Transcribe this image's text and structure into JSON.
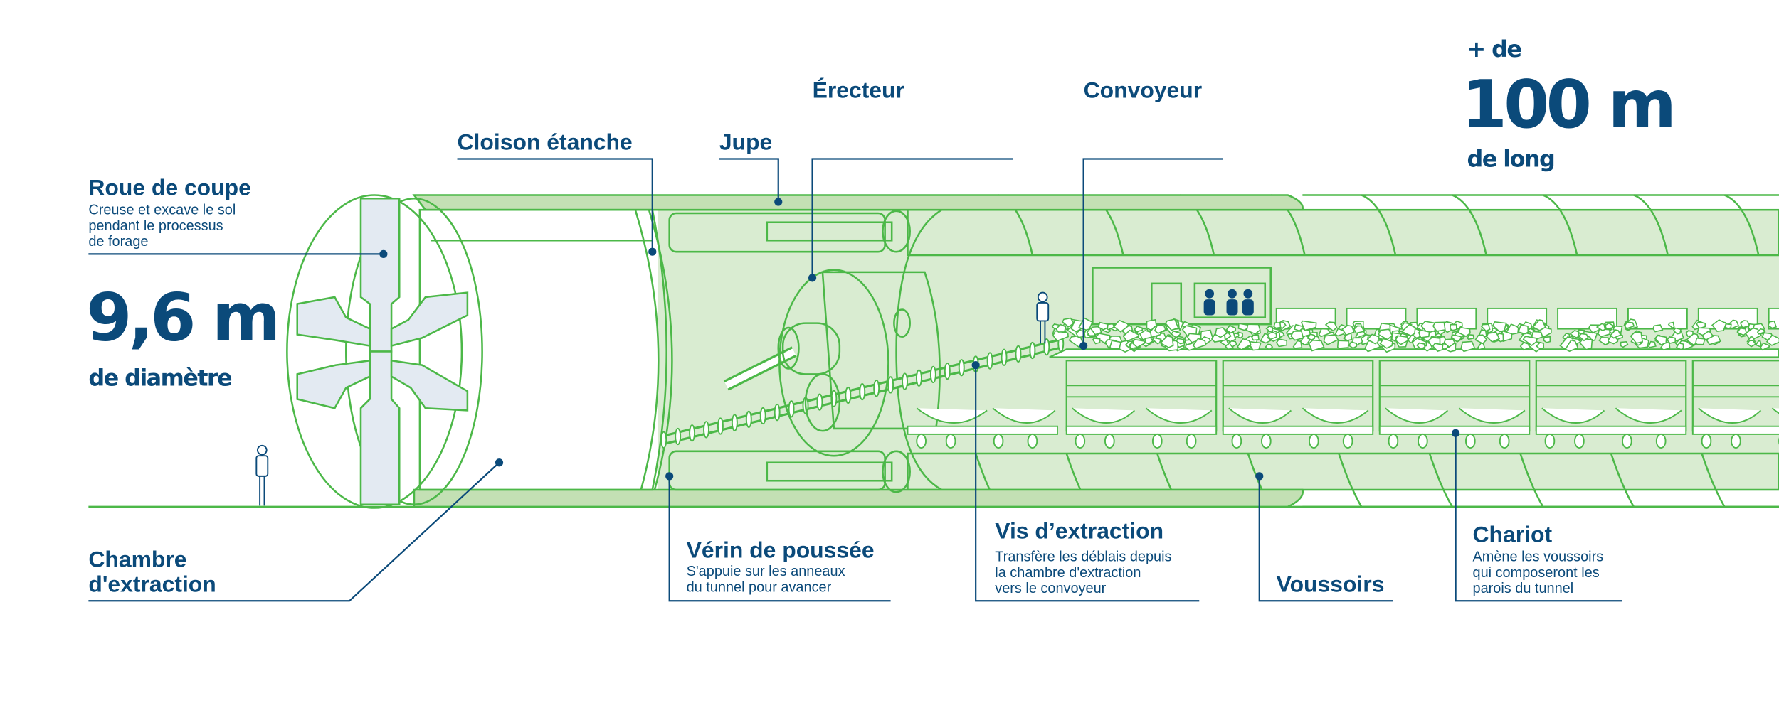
{
  "colors": {
    "text": "#0b4a7a",
    "stroke": "#4cb848",
    "fill_light": "#d9ecd1",
    "fill_skirt": "#c3e0b4",
    "fill_chamber": "#d4e0ee",
    "fill_wheel": "#e3eaf2"
  },
  "labels": {
    "cutter_wheel": {
      "title": "Roue de coupe",
      "desc": [
        "Creuse  et excave le sol",
        "pendant  le processus",
        "de forage"
      ]
    },
    "diameter": {
      "value": "9,6 m",
      "caption": "de diamètre"
    },
    "extraction_chamber": {
      "title": [
        "Chambre",
        "d'extraction"
      ]
    },
    "bulkhead": {
      "title": "Cloison étanche"
    },
    "skirt": {
      "title": "Jupe"
    },
    "erector": {
      "title": "Érecteur"
    },
    "conveyor": {
      "title": "Convoyeur"
    },
    "length": {
      "prefix": "+ de",
      "value": "100 m",
      "caption": "de long"
    },
    "thrust_jack": {
      "title": "Vérin de poussée",
      "desc": [
        "S'appuie sur les anneaux",
        "du tunnel pour avancer"
      ]
    },
    "screw_conveyor": {
      "title": "Vis d’extraction",
      "desc": [
        "Transfère les déblais depuis",
        "la chambre d'extraction",
        "vers le convoyeur"
      ]
    },
    "segments": {
      "title": "Voussoirs"
    },
    "carriage": {
      "title": "Chariot",
      "desc": [
        "Amène les voussoirs",
        "qui composeront les",
        "parois du tunnel"
      ]
    }
  },
  "icons": [
    "cutter-wheel-illustration",
    "worker-icon",
    "operators-cabin-icon",
    "rock-debris-illustration",
    "train-car-illustration"
  ]
}
